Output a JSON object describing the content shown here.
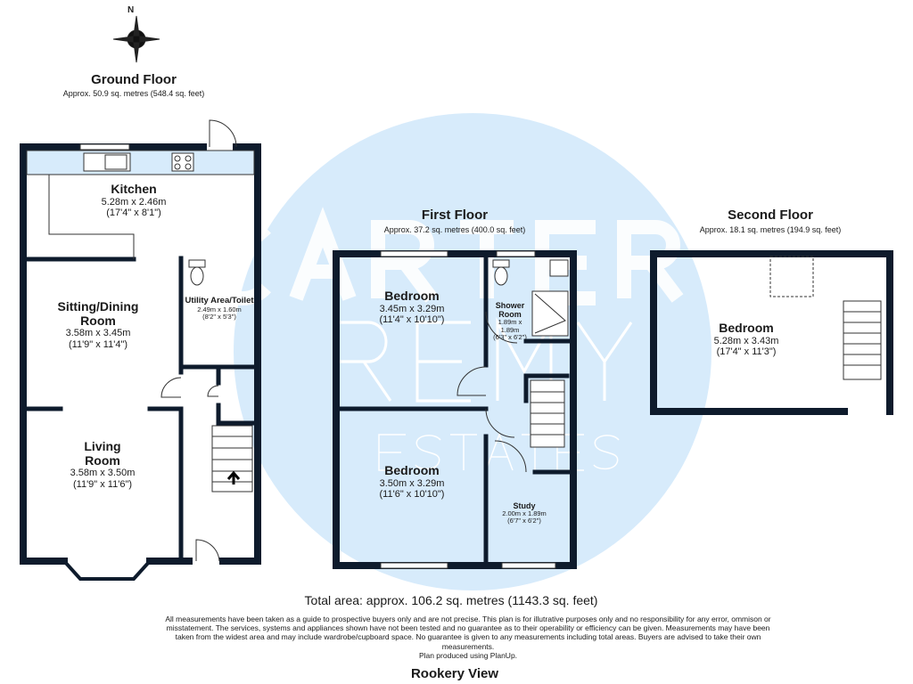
{
  "watermark": {
    "line1": "CARTER",
    "line2": "REMY",
    "line3": "ESTATES",
    "color": "#d7ebfb"
  },
  "compass": {
    "label": "N"
  },
  "ground_floor": {
    "title": "Ground Floor",
    "area": "Approx. 50.9 sq. metres (548.4 sq. feet)",
    "rooms": [
      {
        "name": "Kitchen",
        "metric": "5.28m x 2.46m",
        "imperial": "(17'4\" x 8'1\")"
      },
      {
        "name": "Sitting/Dining Room",
        "metric": "3.58m x 3.45m",
        "imperial": "(11'9\" x 11'4\")"
      },
      {
        "name": "Living Room",
        "metric": "3.58m x 3.50m",
        "imperial": "(11'9\" x 11'6\")"
      },
      {
        "name": "Utility Area/Toilet",
        "metric": "2.49m x 1.60m",
        "imperial": "(8'2\" x 5'3\")"
      }
    ]
  },
  "first_floor": {
    "title": "First Floor",
    "area": "Approx. 37.2 sq. metres (400.0 sq. feet)",
    "rooms": [
      {
        "name": "Bedroom",
        "metric": "3.45m x 3.29m",
        "imperial": "(11'4\" x 10'10\")"
      },
      {
        "name": "Shower Room",
        "metric": "1.89m x 1.89m",
        "imperial": "(6'3\" x 6'2\")"
      },
      {
        "name": "Bedroom",
        "metric": "3.50m x 3.29m",
        "imperial": "(11'6\" x 10'10\")"
      },
      {
        "name": "Study",
        "metric": "2.00m x 1.89m",
        "imperial": "(6'7\" x 6'2\")"
      }
    ]
  },
  "second_floor": {
    "title": "Second Floor",
    "area": "Approx. 18.1 sq. metres (194.9 sq. feet)",
    "rooms": [
      {
        "name": "Bedroom",
        "metric": "5.28m x 3.43m",
        "imperial": "(17'4\" x 11'3\")"
      }
    ]
  },
  "footer": {
    "total": "Total area: approx. 106.2 sq. metres (1143.3 sq. feet)",
    "disclaimer": "All measurements have been taken as a guide to prospective buyers only and are not precise. This plan is for illutrative purposes only and no responsibility for any error, ommison or misstatement. The services, systems and appliances shown have not been tested and no guarantee as to their operability or efficiency can be given. Measurements may have been taken from the widest area and may include wardrobe/cupboard space. No guarantee is given to any measurements including total areas. Buyers are advised to take their own measurements.",
    "credit": "Plan produced using PlanUp.",
    "property": "Rookery View"
  }
}
